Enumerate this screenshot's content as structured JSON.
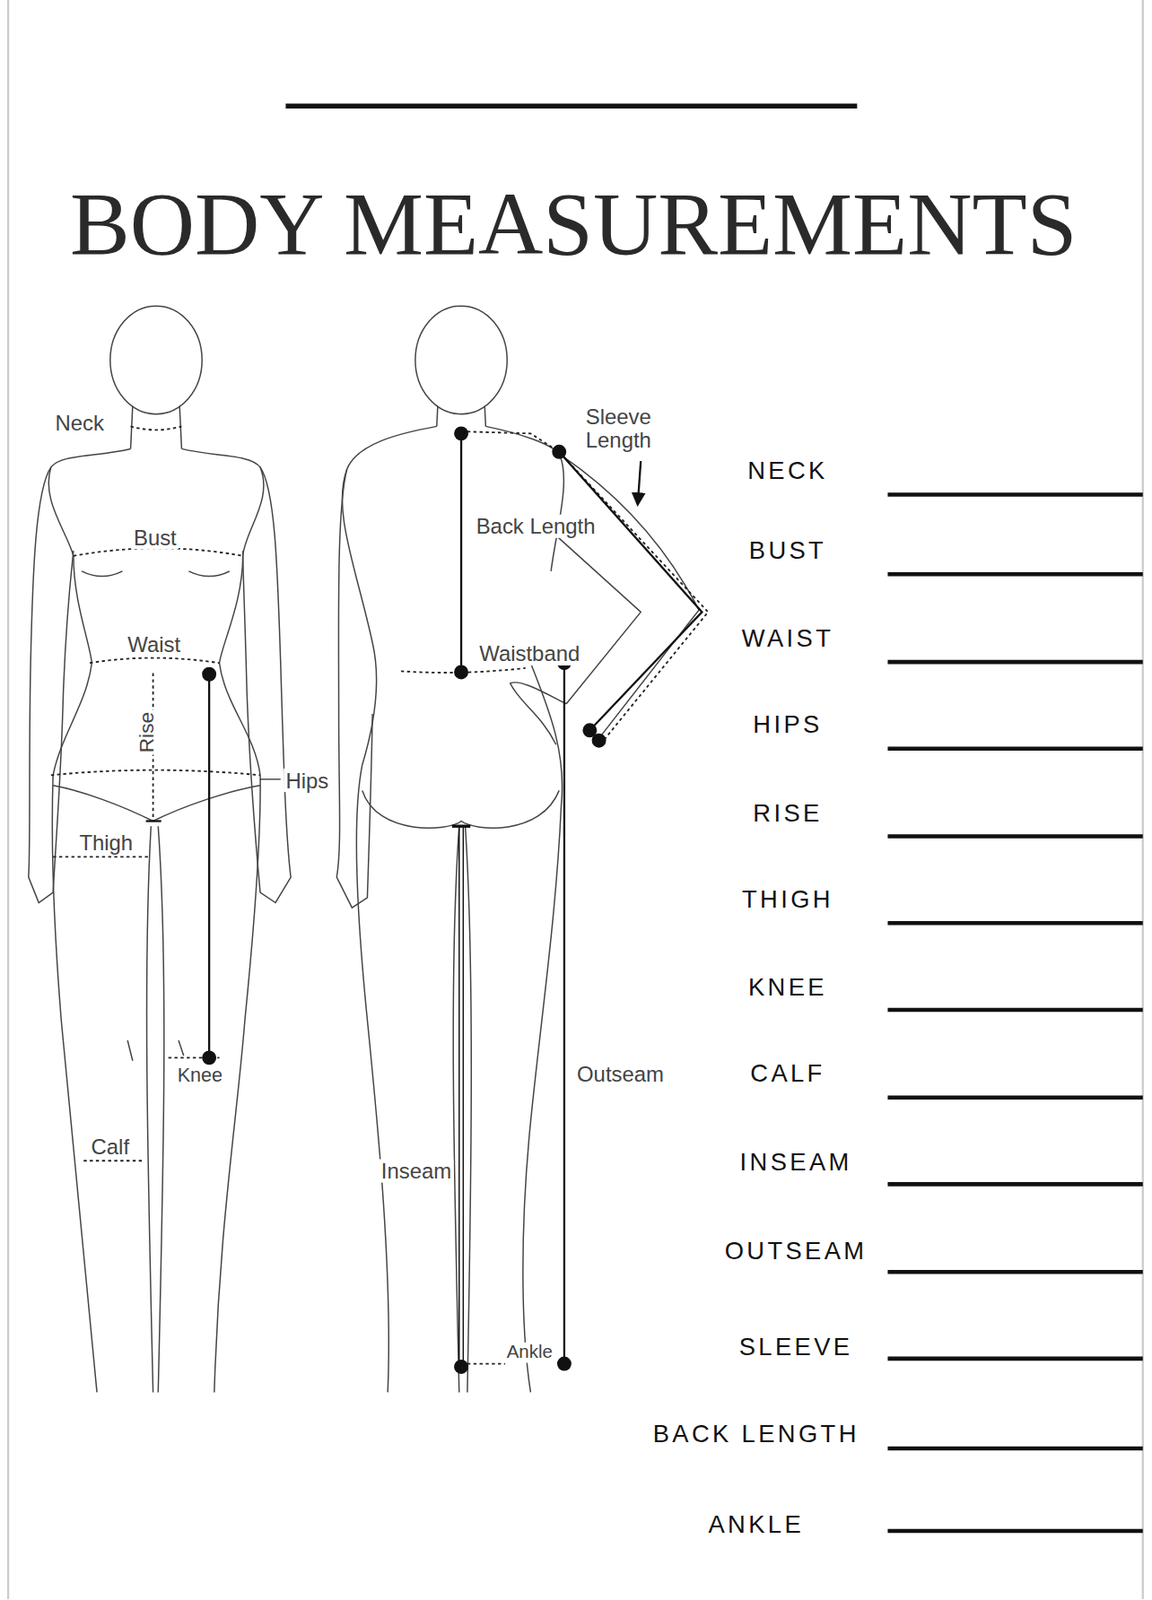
{
  "diagram": {
    "title": "BODY MEASUREMENTS",
    "labels": [
      "Neck",
      "Sleeve Length",
      "Bust",
      "Back Length",
      "Waist",
      "Waistband",
      "Rise",
      "Hips",
      "Thigh",
      "Knee",
      "Outseam",
      "Calf",
      "Inseam",
      "Ankle",
      "NECK",
      "BUST",
      "WAIST",
      "HIPS",
      "RISE",
      "THIGH",
      "KNEE",
      "CALF",
      "INSEAM",
      "OUTSEAM",
      "SLEEVE",
      "BACK LENGTH",
      "ANKLE"
    ]
  }
}
